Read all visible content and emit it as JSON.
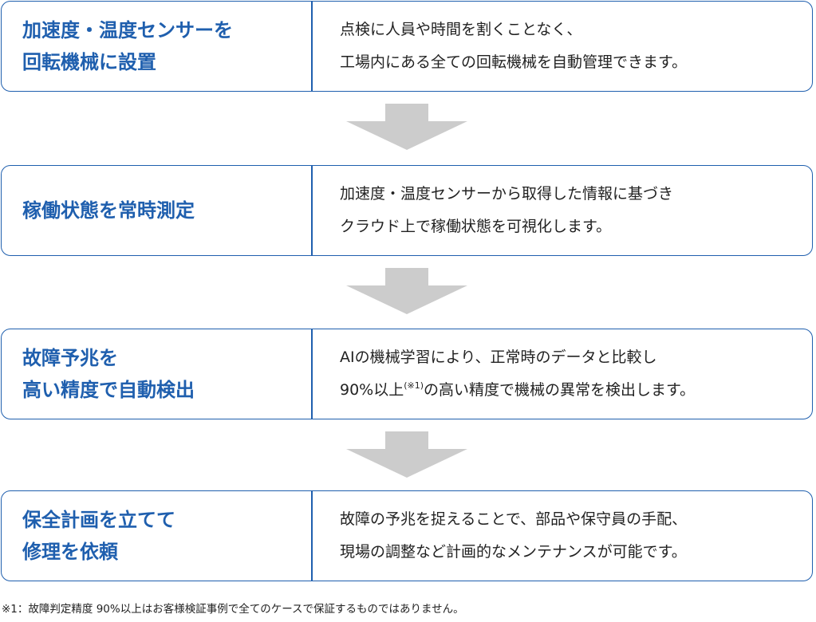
{
  "steps": [
    {
      "title_lines": [
        "加速度・温度センサーを",
        "回転機械に設置"
      ],
      "desc_lines": [
        "点検に人員や時間を割くことなく、",
        "工場内にある全ての回転機械を自動管理できます。"
      ]
    },
    {
      "title_lines": [
        "稼働状態を常時測定"
      ],
      "desc_lines": [
        "加速度・温度センサーから取得した情報に基づき",
        "クラウド上で稼働状態を可視化します。"
      ]
    },
    {
      "title_lines": [
        "故障予兆を",
        "高い精度で自動検出"
      ],
      "desc_lines": [
        "AIの機械学習により、正常時のデータと比較し"
      ],
      "desc_line2": {
        "before": "90%以上",
        "note_ref": "(※1)",
        "after": "の高い精度で機械の異常を検出します。"
      }
    },
    {
      "title_lines": [
        "保全計画を立てて",
        "修理を依頼"
      ],
      "desc_lines": [
        "故障の予兆を捉えることで、部品や保守員の手配、",
        "現場の調整など計画的なメンテナンスが可能です。"
      ]
    }
  ],
  "footnote": "※1：故障判定精度 90%以上はお客様検証事例で全てのケースで保証するものではありません。",
  "colors": {
    "accent": "#1f5fae",
    "arrow": "#cccccc",
    "text": "#222222"
  }
}
